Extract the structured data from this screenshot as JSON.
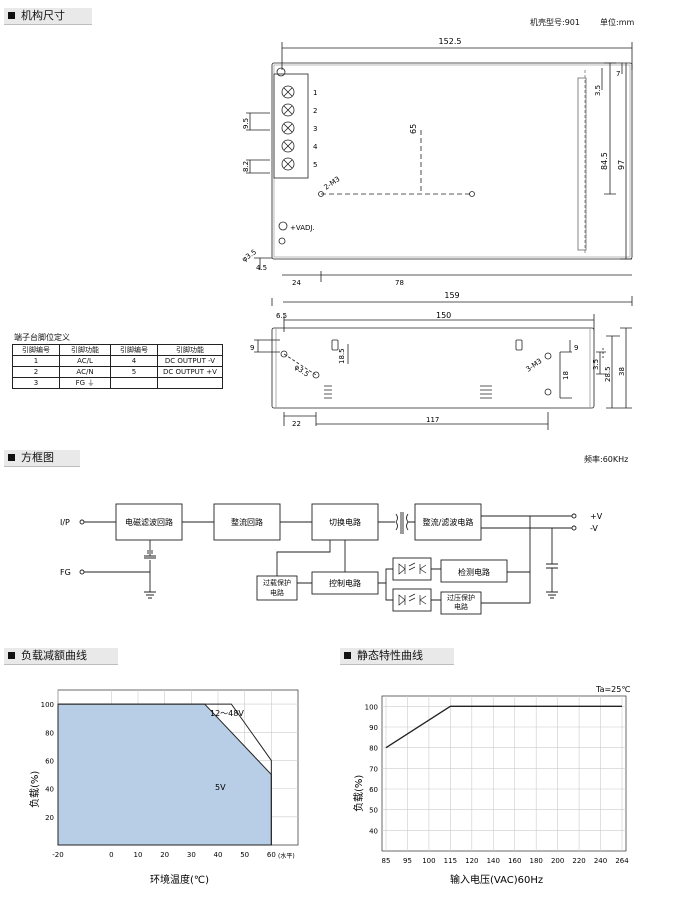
{
  "sections": {
    "mechanical": "机构尺寸",
    "block_diagram": "方框图",
    "derating": "负载减额曲线",
    "static": "静态特性曲线"
  },
  "case_info": "机壳型号:901",
  "unit_info": "单位:mm",
  "freq_info": "频率:60KHz",
  "top_view": {
    "dim_width_inner": "152.5",
    "dim_depth_mount": "65",
    "dim_height_mount": "84.5",
    "dim_height_total": "97",
    "dim_right_small_a": "3.5",
    "dim_right_small_b": "7",
    "dim_pitch": "9.5",
    "dim_pitch2": "8.2",
    "dim_hole_m3": "2-M3",
    "dim_hole_dia": "φ3.5",
    "dim_left_a": "4.5",
    "dim_bottom_a": "24",
    "dim_bottom_b": "78",
    "dim_total_width": "159",
    "vadj_label": "+VADJ.",
    "terminal_numbers": [
      "1",
      "2",
      "3",
      "4",
      "5"
    ]
  },
  "side_view": {
    "dim_left": "6.5",
    "dim_top": "150",
    "dim_9_left": "9",
    "dim_185": "18.5",
    "dim_hole": "φ3.5",
    "dim_9_right": "9",
    "dim_m3": "3-M3",
    "dim_18": "18",
    "dim_35": "3.5",
    "dim_285": "28.5",
    "dim_38": "38",
    "dim_22": "22",
    "dim_117": "117"
  },
  "pin_table": {
    "title": "端子台脚位定义",
    "headers": [
      "引脚编号",
      "引脚功能",
      "引脚编号",
      "引脚功能"
    ],
    "rows": [
      [
        "1",
        "AC/L",
        "4",
        "DC OUTPUT -V"
      ],
      [
        "2",
        "AC/N",
        "5",
        "DC OUTPUT +V"
      ],
      [
        "3",
        "FG ⏚",
        "",
        ""
      ]
    ]
  },
  "block": {
    "ip": "I/P",
    "fg": "FG",
    "emi": "电磁滤波回路",
    "rect": "整流回路",
    "switch": "切换电路",
    "out_rect": "整流/滤波电路",
    "olp": "过载保护\n电路",
    "ctrl": "控制电路",
    "detect": "检测电路",
    "ovp": "过压保护\n电路",
    "plus_v": "+V",
    "minus_v": "-V"
  },
  "derating_chart": {
    "ylabel": "负载(%)",
    "xlabel": "环境温度(℃)",
    "xunit": "(水平)",
    "label_12_48": "12～48V",
    "label_5v": "5V",
    "x_ticks": [
      "-20",
      "0",
      "10",
      "20",
      "30",
      "40",
      "50",
      "60"
    ],
    "y_ticks": [
      "100",
      "80",
      "60",
      "40",
      "20"
    ]
  },
  "static_chart": {
    "ylabel": "负载(%)",
    "xlabel": "输入电压(VAC)60Hz",
    "ta": "Ta=25℃",
    "x_ticks": [
      "85",
      "95",
      "100",
      "115",
      "120",
      "140",
      "160",
      "180",
      "200",
      "220",
      "240",
      "264"
    ],
    "y_ticks": [
      "100",
      "90",
      "80",
      "70",
      "60",
      "50",
      "40"
    ]
  },
  "chart_data": [
    {
      "type": "area",
      "title": "",
      "xlabel": "环境温度(℃)",
      "ylabel": "负载(%)",
      "xlim": [
        -20,
        70
      ],
      "ylim": [
        0,
        110
      ],
      "series": [
        {
          "name": "12～48V",
          "x": [
            -20,
            45,
            60,
            60
          ],
          "y": [
            100,
            100,
            60,
            0
          ]
        },
        {
          "name": "5V",
          "x": [
            -20,
            35,
            60,
            60
          ],
          "y": [
            100,
            100,
            50,
            0
          ]
        }
      ]
    },
    {
      "type": "line",
      "title": "",
      "xlabel": "输入电压(VAC)60Hz",
      "ylabel": "负载(%)",
      "ylim": [
        30,
        105
      ],
      "series": [
        {
          "x": [
            85,
            115,
            264
          ],
          "y": [
            80,
            100,
            100
          ]
        }
      ]
    }
  ]
}
